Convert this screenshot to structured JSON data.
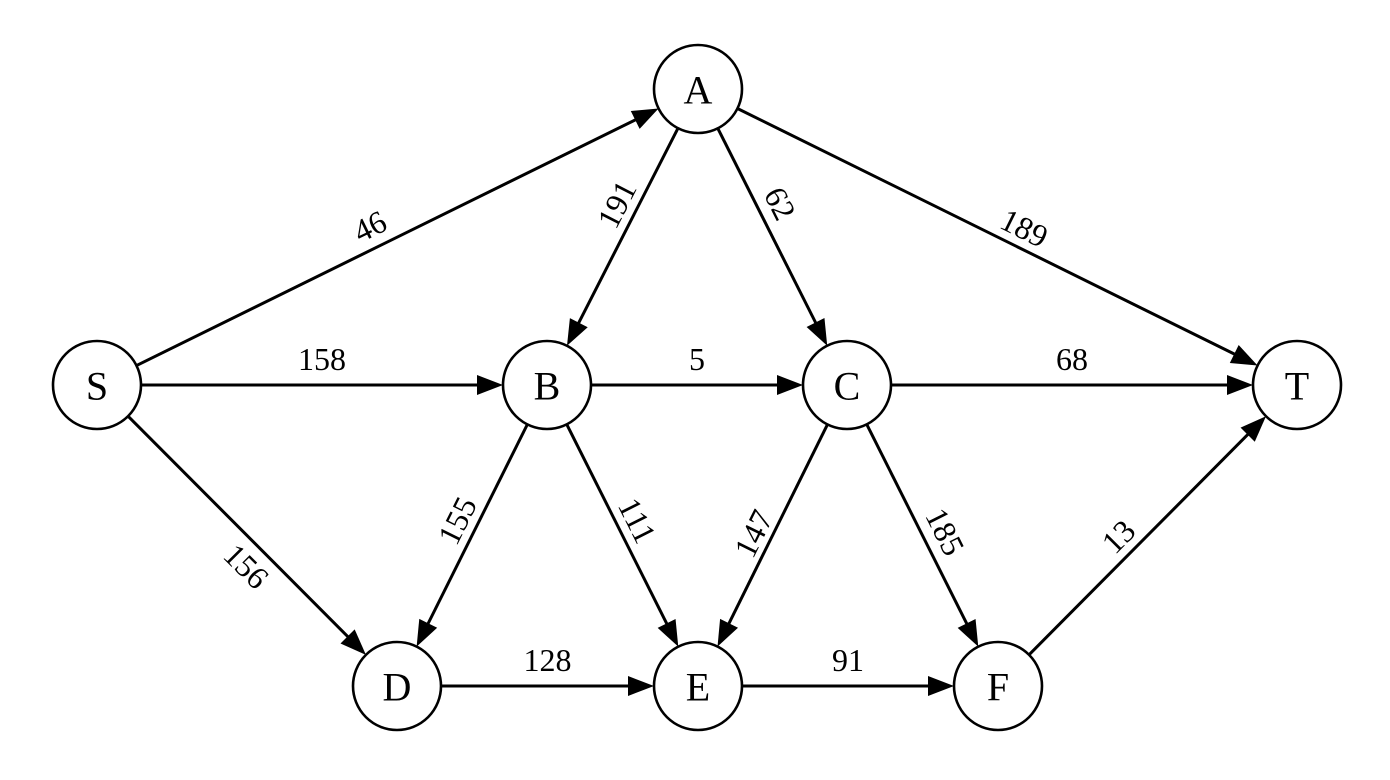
{
  "graph": {
    "type": "directed-weighted-flow-network",
    "nodes": [
      {
        "id": "S",
        "label": "S"
      },
      {
        "id": "A",
        "label": "A"
      },
      {
        "id": "B",
        "label": "B"
      },
      {
        "id": "C",
        "label": "C"
      },
      {
        "id": "T",
        "label": "T"
      },
      {
        "id": "D",
        "label": "D"
      },
      {
        "id": "E",
        "label": "E"
      },
      {
        "id": "F",
        "label": "F"
      }
    ],
    "edges": [
      {
        "from": "S",
        "to": "A",
        "weight": "46"
      },
      {
        "from": "S",
        "to": "B",
        "weight": "158"
      },
      {
        "from": "S",
        "to": "D",
        "weight": "156"
      },
      {
        "from": "A",
        "to": "B",
        "weight": "191"
      },
      {
        "from": "A",
        "to": "C",
        "weight": "62"
      },
      {
        "from": "A",
        "to": "T",
        "weight": "189"
      },
      {
        "from": "B",
        "to": "C",
        "weight": "5"
      },
      {
        "from": "B",
        "to": "D",
        "weight": "155"
      },
      {
        "from": "B",
        "to": "E",
        "weight": "111"
      },
      {
        "from": "C",
        "to": "T",
        "weight": "68"
      },
      {
        "from": "C",
        "to": "E",
        "weight": "147"
      },
      {
        "from": "C",
        "to": "F",
        "weight": "185"
      },
      {
        "from": "D",
        "to": "E",
        "weight": "128"
      },
      {
        "from": "E",
        "to": "F",
        "weight": "91"
      },
      {
        "from": "F",
        "to": "T",
        "weight": "13"
      }
    ]
  }
}
